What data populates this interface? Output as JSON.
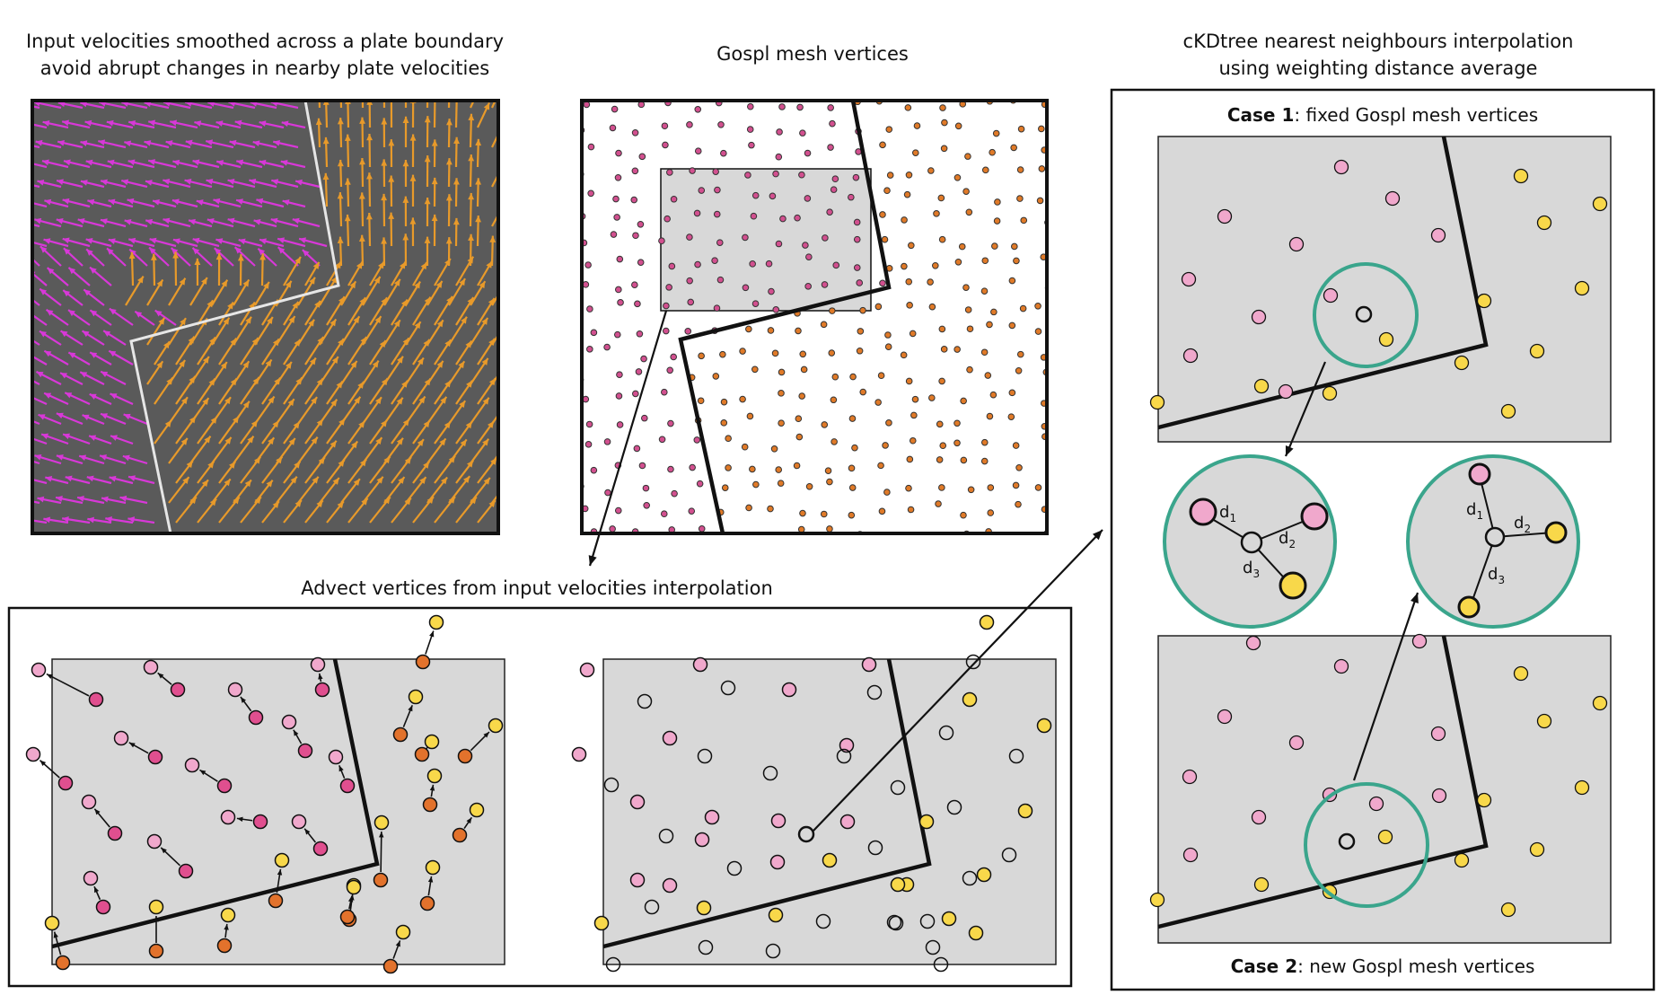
{
  "captions": {
    "top_left_line1": "Input velocities smoothed across a plate boundary",
    "top_left_line2": "avoid abrupt changes in nearby plate velocities",
    "top_middle": "Gospl mesh vertices",
    "top_right_line1": "cKDtree nearest neighbours interpolation",
    "top_right_line2": "using weighting distance average",
    "bottom_left": "Advect vertices from input velocities interpolation",
    "case1_bold": "Case 1",
    "case1_rest": ": fixed Gospl mesh vertices",
    "case2_bold": "Case 2",
    "case2_rest": ": new Gospl mesh vertices"
  },
  "distance_labels": {
    "d1": "d",
    "d1_sub": "1",
    "d2": "d",
    "d2_sub": "2",
    "d3": "d",
    "d3_sub": "3"
  },
  "colors": {
    "plate_magenta": "#d838d8",
    "plate_orange": "#e89a2a",
    "velocity_background": "#5a5a5a",
    "boundary_white": "#e6e6e6",
    "mesh_pink": "#d2508f",
    "mesh_orange": "#e07a28",
    "light_pink": "#f0a8cc",
    "hot_pink": "#e04f8f",
    "yellow": "#f8d84a",
    "deep_orange": "#e2722c",
    "teal_circle": "#3aa58c",
    "panel_gray": "#d8d8d8",
    "frame": "#111111"
  }
}
